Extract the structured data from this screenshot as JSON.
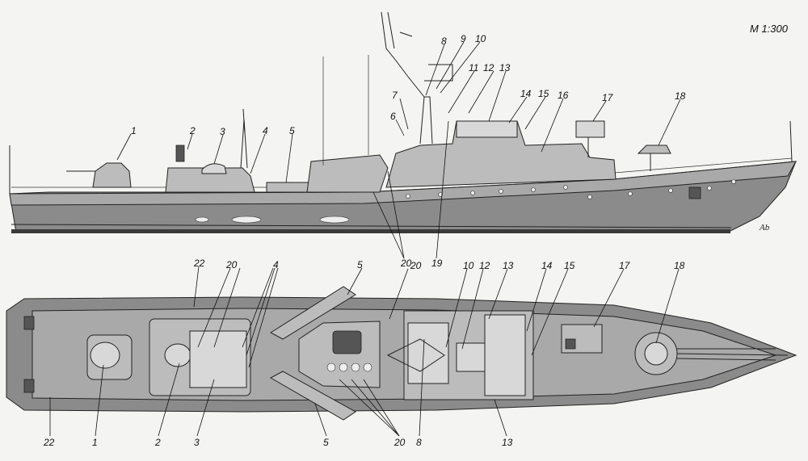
{
  "scale": "M 1:300",
  "signature": "Ab",
  "side_view_labels": [
    "1",
    "2",
    "3",
    "4",
    "5",
    "6",
    "7",
    "8",
    "9",
    "10",
    "11",
    "12",
    "13",
    "14",
    "15",
    "16",
    "17",
    "18",
    "19",
    "20"
  ],
  "plan_top_labels": [
    "22",
    "20",
    "4",
    "5",
    "20",
    "10",
    "12",
    "13",
    "14",
    "15",
    "17",
    "18"
  ],
  "plan_bottom_labels": [
    "22",
    "1",
    "2",
    "3",
    "5",
    "20",
    "8",
    "13"
  ]
}
